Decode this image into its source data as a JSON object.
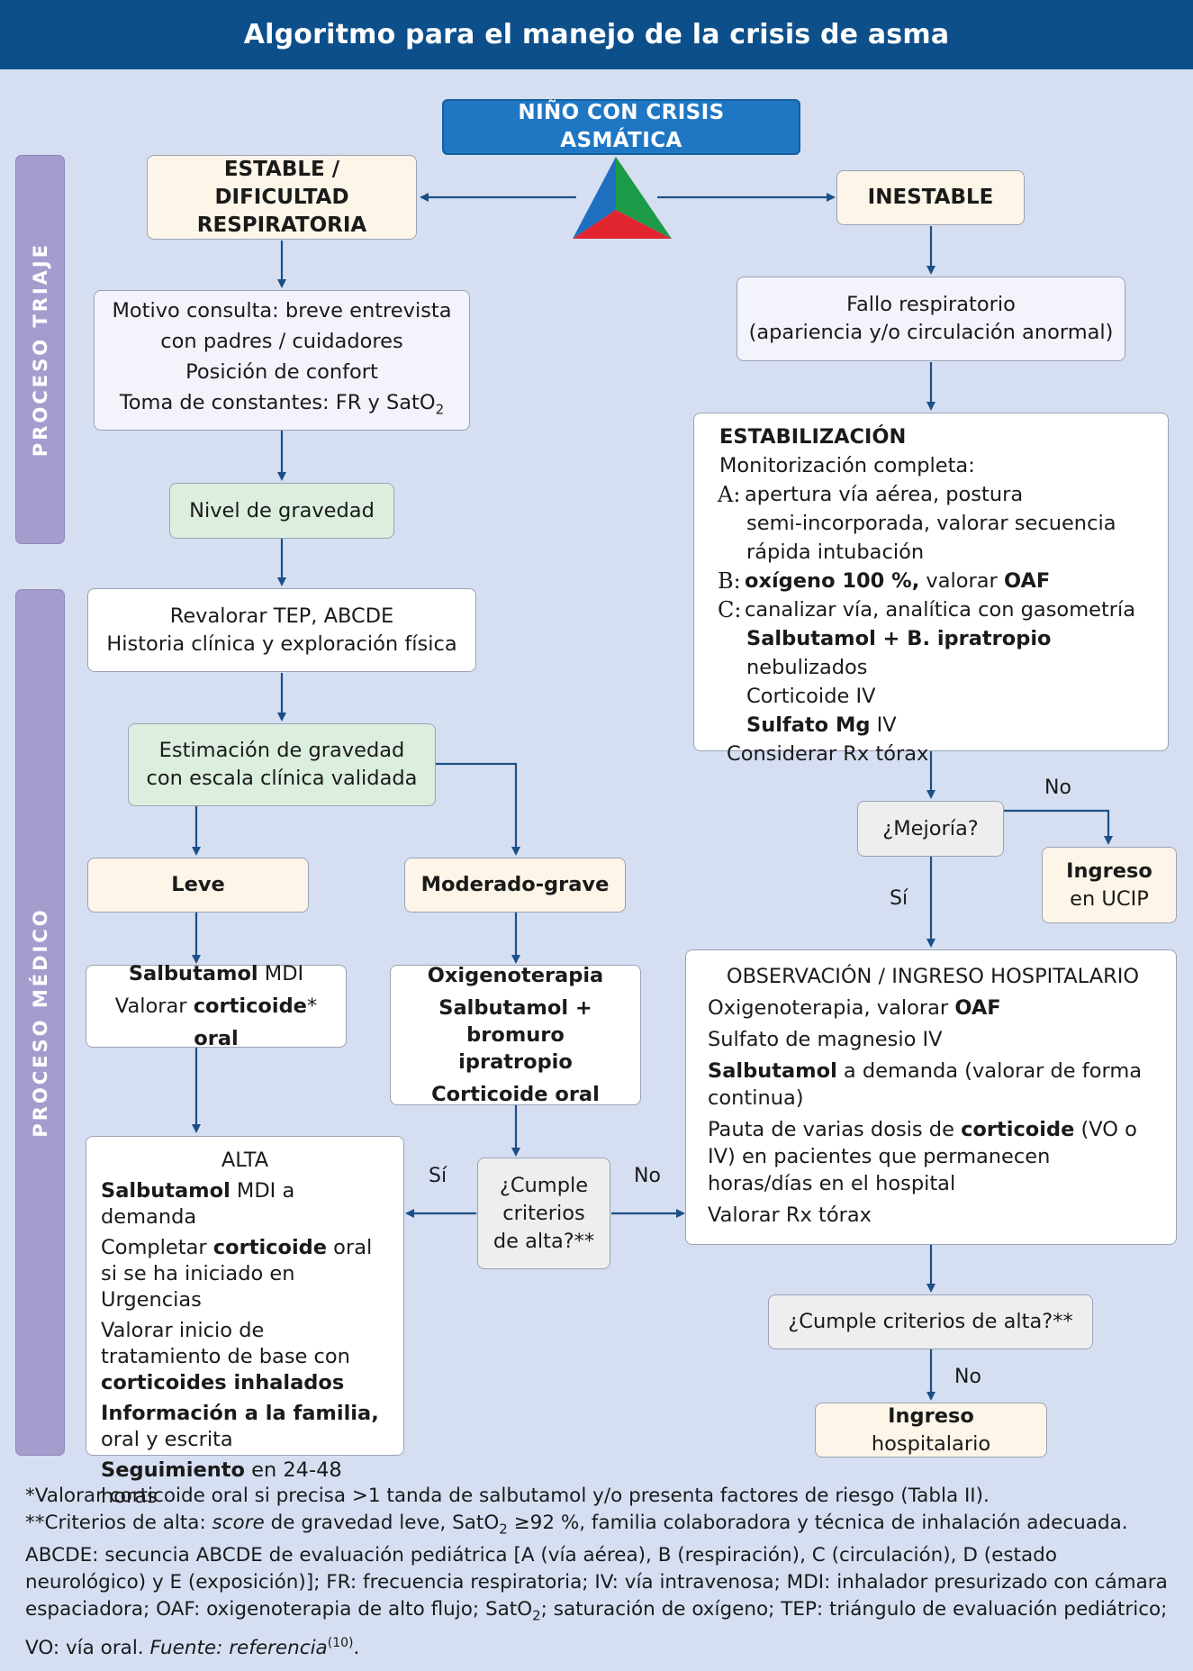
{
  "title": "Algoritmo para el manejo de la crisis de asma",
  "sidebars": {
    "triaje": "PROCESO TRIAJE",
    "medico": "PROCESO MÉDICO"
  },
  "nodes": {
    "start": "NIÑO CON CRISIS ASMÁTICA",
    "estable_l1": "ESTABLE / DIFICULTAD",
    "estable_l2": "RESPIRATORIA",
    "inestable": "INESTABLE",
    "motivo_l1": "Motivo consulta: breve entrevista",
    "motivo_l2": "con padres / cuidadores",
    "motivo_l3": "Posición de confort",
    "motivo_l4": "Toma de constantes: FR y SatO",
    "motivo_l4_sub": "2",
    "nivel": "Nivel de gravedad",
    "revalorar_l1": "Revalorar TEP, ABCDE",
    "revalorar_l2": "Historia clínica y exploración física",
    "estimacion_l1": "Estimación de gravedad",
    "estimacion_l2": "con escala clínica validada",
    "leve": "Leve",
    "moderado": "Moderado-grave",
    "leve_tx": {
      "l1_b": "Salbutamol",
      "l1": " MDI",
      "l2": "Valorar ",
      "l2_b": "corticoide",
      "l2_c": "* ",
      "l2_d": "oral"
    },
    "mod_tx": {
      "l1": "Oxigenoterapia",
      "l2": "Salbutamol + bromuro",
      "l3": "ipratropio",
      "l4": "Corticoide oral"
    },
    "cumple1_l1": "¿Cumple",
    "cumple1_l2": "criterios",
    "cumple1_l3": "de alta?**",
    "fallo_l1": "Fallo respiratorio",
    "fallo_l2": "(apariencia y/o circulación anormal)",
    "estab": {
      "title": "ESTABILIZACIÓN",
      "l1": "Monitorización completa:",
      "a_key": "A:",
      "a1": "apertura vía aérea, postura",
      "a2": "semi-incorporada, valorar secuencia",
      "a3": "rápida intubación",
      "b_key": "B:",
      "b1": "oxígeno 100 %,",
      "b2": " valorar ",
      "b3": "OAF",
      "c_key": "C:",
      "c1": "canalizar vía, analítica con gasometría",
      "c2_b": "Salbutamol + B. ipratropio",
      "c2": " nebulizados",
      "c3": "Corticoide IV",
      "c4_b": "Sulfato Mg",
      "c4": " IV",
      "l_last": "Considerar Rx tórax"
    },
    "mejoria": "¿Mejoría?",
    "ucip_l1": "Ingreso",
    "ucip_l2": "en UCIP",
    "obs": {
      "title": "OBSERVACIÓN / INGRESO HOSPITALARIO",
      "p1": "Oxigenoterapia, valorar ",
      "p1_b": "OAF",
      "p2": "Sulfato de magnesio IV",
      "p3_b": "Salbutamol",
      "p3": " a demanda (valorar de forma continua)",
      "p4": "Pauta de varias dosis de ",
      "p4_b": "corticoide",
      "p4_c": " (VO o IV) en pacientes que permanecen horas/días en el hospital",
      "p5": "Valorar Rx tórax"
    },
    "cumple2": "¿Cumple criterios de alta?**",
    "ingreso_b": "Ingreso",
    "ingreso": " hospitalario",
    "alta": {
      "title": "ALTA",
      "p1_b": "Salbutamol",
      "p1": " MDI a demanda",
      "p2": "Completar ",
      "p2_b": "corticoide",
      "p2_c": " oral si se ha iniciado en Urgencias",
      "p3": "Valorar inicio de tratamiento de base con ",
      "p3_b": "corticoides inhalados",
      "p4_b": "Información a la familia,",
      "p4": " oral y escrita",
      "p5_b": "Seguimiento",
      "p5": " en 24-48 horas"
    }
  },
  "edge_labels": {
    "si1": "Sí",
    "no1": "No",
    "no_mejoria": "No",
    "si_mejoria": "Sí",
    "no2": "No"
  },
  "footer": {
    "l1": "*Valorar corticoide oral si precisa >1 tanda de salbutamol y/o presenta factores de riesgo (Tabla II).",
    "l2a": "**Criterios de alta: ",
    "l2_em": "score",
    "l2b": " de gravedad leve, SatO",
    "l2_sub": "2",
    "l2c": " ≥92 %, familia colaboradora y técnica de inhalación adecuada.",
    "l3": "ABCDE: secuncia ABCDE de evaluación pediátrica [A (vía aérea), B (respiración), C (circulación), D (estado neurológico) y E (exposición)];  FR: frecuencia respiratoria;  IV: vía intravenosa;  MDI: inhalador presurizado con cámara espaciadora;  OAF: oxigenoterapia de alto flujo;  SatO",
    "l3_sub": "2",
    "l3b": "; saturación de oxígeno;  TEP: triángulo de evaluación pediátrico;  VO: vía oral.  ",
    "l3_em": "Fuente: referencia",
    "l3_sup": "(10)",
    "l3c": "."
  },
  "colors": {
    "header": "#0d4f8a",
    "background": "#d6dff2",
    "arrow": "#1c4f86",
    "sidebar": "#a59ccd",
    "tri_blue": "#1f6fc0",
    "tri_green": "#1e9b48",
    "tri_red": "#e0252e"
  }
}
